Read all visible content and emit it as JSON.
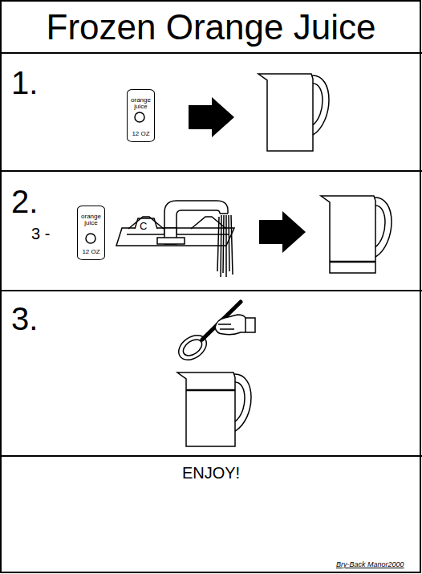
{
  "diagram": {
    "title": "Frozen Orange Juice",
    "nodes": [
      {
        "text": [
          "1."
        ]
      },
      {
        "text": [
          "orange juice",
          "12 OZ"
        ],
        "in": 0
      },
      {
        "text": [
          "2."
        ]
      },
      {
        "text": [
          "orange juice",
          "12 OZ"
        ],
        "in": 2
      },
      {
        "text": [
          "3."
        ]
      },
      {
        "text": [
          "ENJOY!"
        ]
      }
    ],
    "labels": [
      "3 -",
      "C",
      "Bry-Back Manor2000"
    ]
  }
}
